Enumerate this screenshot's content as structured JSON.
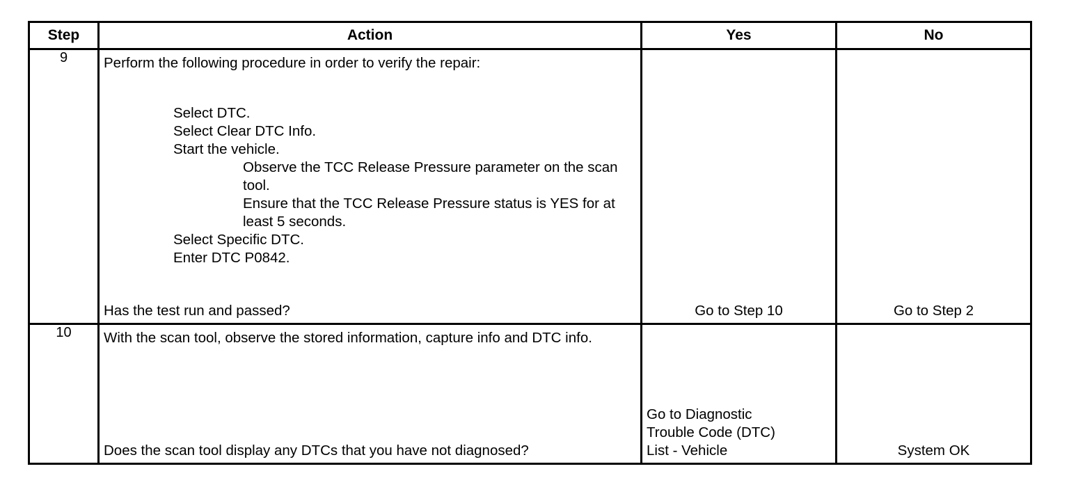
{
  "table": {
    "headers": {
      "step": "Step",
      "action": "Action",
      "yes": "Yes",
      "no": "No"
    },
    "rows": [
      {
        "step": "9",
        "action": {
          "lead": "Perform the following procedure in order to verify the repair:",
          "list": [
            {
              "level": 1,
              "text": "Select DTC."
            },
            {
              "level": 1,
              "text": "Select Clear DTC Info."
            },
            {
              "level": 1,
              "text": "Start the vehicle."
            },
            {
              "level": 2,
              "text": "Observe the TCC Release Pressure parameter on the scan tool."
            },
            {
              "level": 2,
              "text": "Ensure that the TCC Release Pressure status is YES for at least 5 seconds."
            },
            {
              "level": 1,
              "text": "Select Specific DTC."
            },
            {
              "level": 1,
              "text": "Enter DTC P0842."
            }
          ],
          "question": "Has the test run and passed?"
        },
        "yes": [
          "Go to Step 10"
        ],
        "no": [
          "Go to Step 2"
        ]
      },
      {
        "step": "10",
        "action": {
          "lead": "With the scan tool, observe the stored information, capture info and DTC info.",
          "list": [],
          "question": "Does the scan tool display any DTCs that you have not diagnosed?"
        },
        "yes": [
          "Go to Diagnostic",
          "Trouble Code (DTC)",
          "List - Vehicle"
        ],
        "no": [
          "System OK"
        ]
      }
    ]
  },
  "colors": {
    "border": "#000000",
    "text": "#000000",
    "background": "#ffffff"
  }
}
